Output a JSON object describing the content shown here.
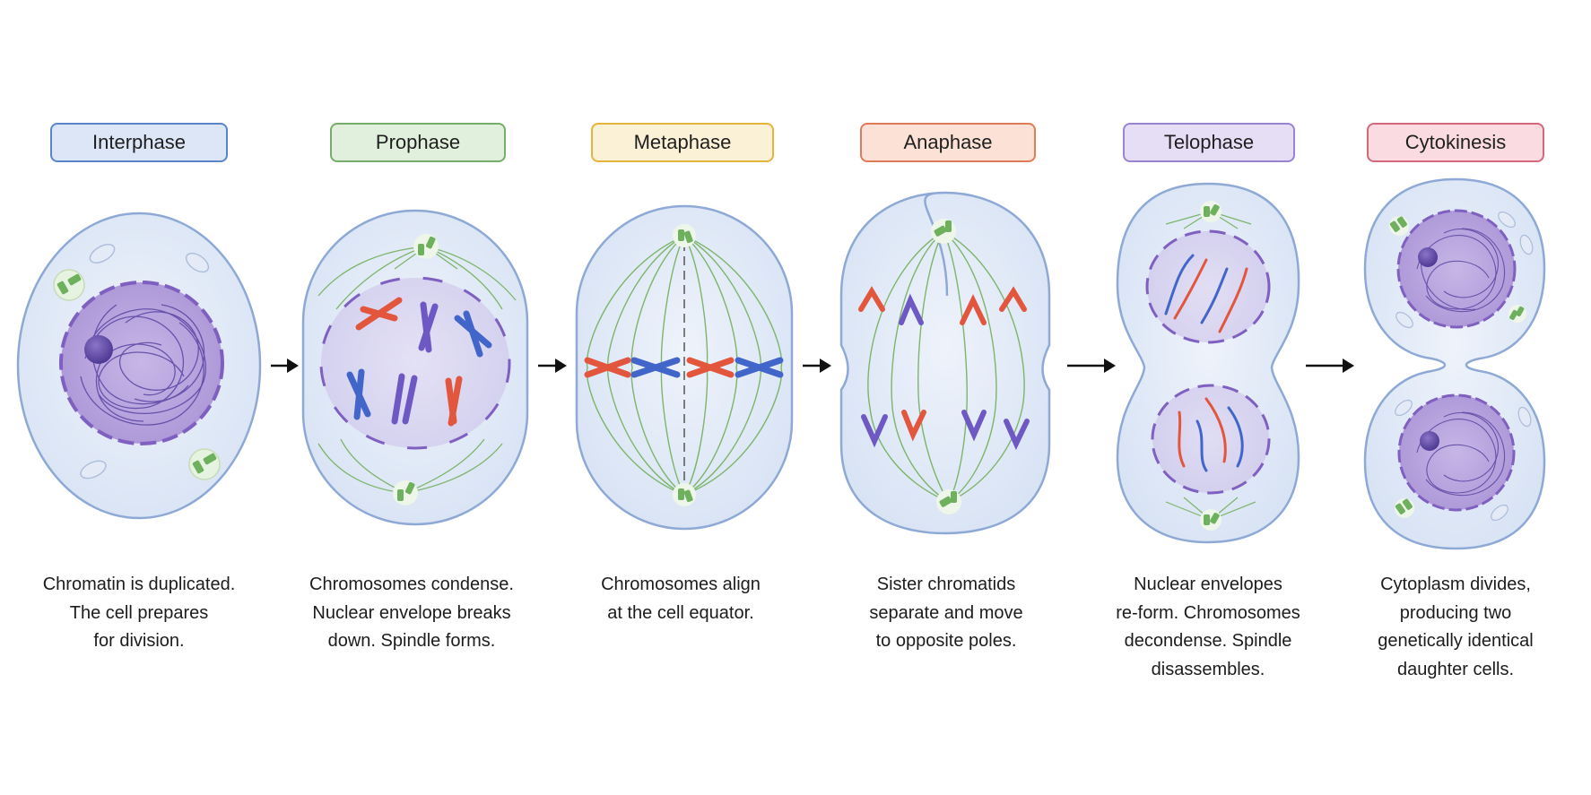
{
  "stages": [
    {
      "name": "Interphase",
      "color": "#5b84c9",
      "fill": "#dce6f6",
      "lines": [
        "Chromatin is duplicated.",
        "The cell prepares",
        "for division."
      ]
    },
    {
      "name": "Prophase",
      "color": "#76ad6a",
      "fill": "#e1f0dc",
      "lines": [
        "Chromosomes condense.",
        "Nuclear envelope breaks",
        "down. Spindle forms."
      ]
    },
    {
      "name": "Metaphase",
      "color": "#e4b53c",
      "fill": "#fbf1d6",
      "lines": [
        "Chromosomes align",
        "at the cell equator."
      ]
    },
    {
      "name": "Anaphase",
      "color": "#e07b57",
      "fill": "#fbe1d6",
      "lines": [
        "Sister chromatids",
        "separate and move",
        "to opposite poles."
      ]
    },
    {
      "name": "Telophase",
      "color": "#9a83cf",
      "fill": "#e6def5",
      "lines": [
        "Nuclear envelopes",
        "re-form. Chromosomes",
        "decondense. Spindle",
        "disassembles."
      ]
    },
    {
      "name": "Cytokinesis",
      "color": "#d6677a",
      "fill": "#f9dbe1",
      "lines": [
        "Cytoplasm divides,",
        "producing two",
        "genetically identical",
        "daughter cells."
      ]
    }
  ]
}
